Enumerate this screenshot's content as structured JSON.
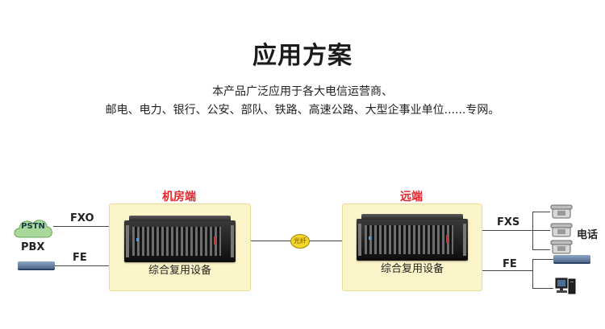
{
  "title": "应用方案",
  "description": {
    "line1": "本产品广泛应用于各大电信运营商、",
    "line2": "邮电、电力、银行、公安、部队、铁路、高速公路、大型企事业单位......专网。"
  },
  "left_panel": {
    "label": "机房端",
    "device_caption": "综合复用设备"
  },
  "right_panel": {
    "label": "远端",
    "device_caption": "综合复用设备"
  },
  "fiber_label": "光纤",
  "left_side": {
    "cloud_label": "PSTN",
    "pbx_label": "PBX",
    "fxo_label": "FXO",
    "fe_label": "FE"
  },
  "right_side": {
    "fxs_label": "FXS",
    "fe_label": "FE",
    "phone_label": "电话"
  },
  "colors": {
    "panel_fill": "#fcf5c9",
    "panel_label": "#e4252b"
  },
  "icons": [
    "cloud-icon",
    "switch-icon",
    "mux-device-icon",
    "fiber-coupler-icon",
    "telephone-icon",
    "computer-icon"
  ]
}
